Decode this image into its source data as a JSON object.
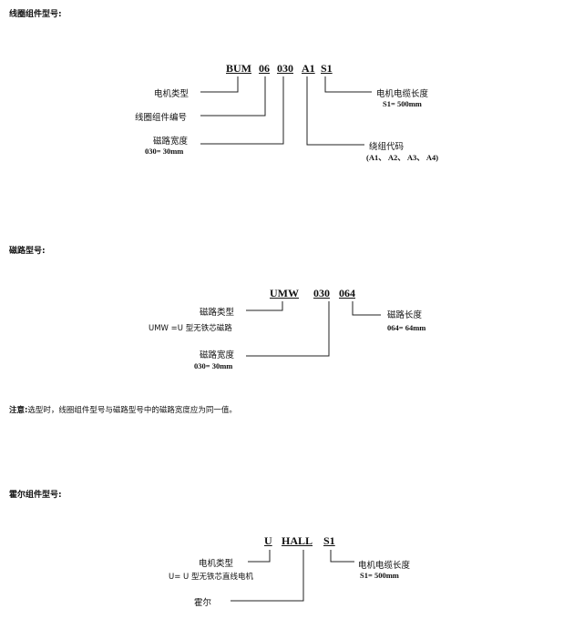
{
  "section1": {
    "title": "线圈组件型号:",
    "codes": [
      "BUM",
      "06",
      "030",
      "A1",
      "S1"
    ],
    "motor_type": "电机类型",
    "coil_no": "线圈组件编号",
    "mag_width": "磁路宽度",
    "mag_width_val": "030= 30mm",
    "cable_len": "电机电缆长度",
    "cable_len_val": "S1= 500mm",
    "winding": "绕组代码",
    "winding_val": "(A1、 A2、 A3、 A4)"
  },
  "section2": {
    "title": "磁路型号:",
    "codes": [
      "UMW",
      "030",
      "064"
    ],
    "mag_type": "磁路类型",
    "mag_type_val": "UMW =U 型无铁芯磁路",
    "mag_width": "磁路宽度",
    "mag_width_val": "030= 30mm",
    "mag_len": "磁路长度",
    "mag_len_val": "064= 64mm"
  },
  "note": {
    "label": "注意:",
    "text": "选型时，线圈组件型号与磁路型号中的磁路宽度应为同一值。"
  },
  "section3": {
    "title": "霍尔组件型号:",
    "codes": [
      "U",
      "HALL",
      "S1"
    ],
    "motor_type": "电机类型",
    "motor_type_val": "U= U 型无铁芯直线电机",
    "cable_len": "电机电缆长度",
    "cable_len_val": "S1= 500mm",
    "hall": "霍尔"
  }
}
